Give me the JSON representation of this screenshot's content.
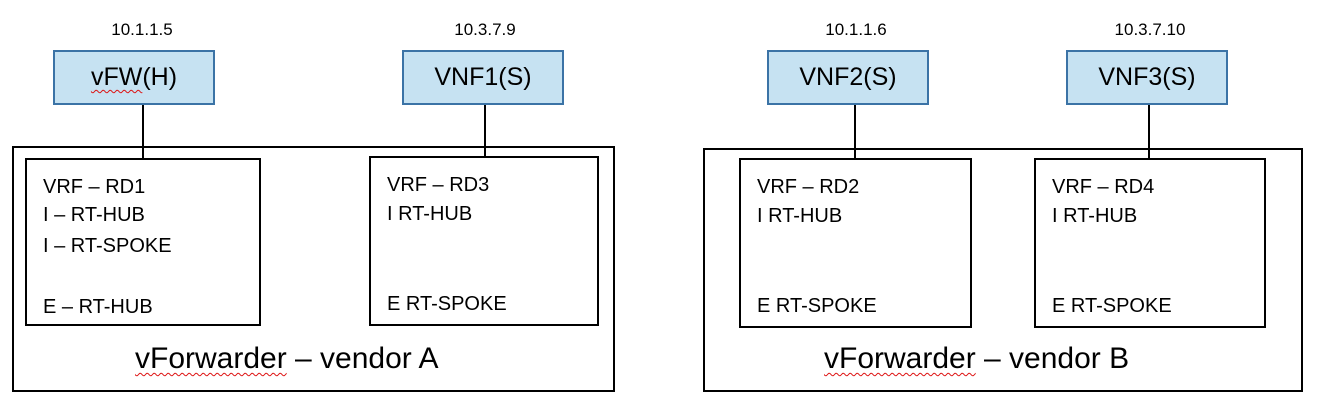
{
  "groups": [
    {
      "forwarder": {
        "prefix": "vForwarder",
        "suffix": " – vendor A"
      },
      "nodes": [
        {
          "ip": "10.1.1.5",
          "label_base": "vFW",
          "label_suffix": "(H)",
          "vrf": [
            "VRF – RD1",
            "I – RT-HUB",
            "I – RT-SPOKE",
            "E – RT-HUB"
          ]
        },
        {
          "ip": "10.3.7.9",
          "label": "VNF1(S)",
          "vrf": [
            "VRF – RD3",
            "I RT-HUB",
            "E RT-SPOKE"
          ]
        }
      ]
    },
    {
      "forwarder": {
        "prefix": "vForwarder",
        "suffix": " – vendor B"
      },
      "nodes": [
        {
          "ip": "10.1.1.6",
          "label": "VNF2(S)",
          "vrf": [
            "VRF – RD2",
            "I RT-HUB",
            "E RT-SPOKE"
          ]
        },
        {
          "ip": "10.3.7.10",
          "label": "VNF3(S)",
          "vrf": [
            "VRF – RD4",
            "I RT-HUB",
            "E RT-SPOKE"
          ]
        }
      ]
    }
  ],
  "colors": {
    "node_fill": "#c6e2f2",
    "node_border": "#3b73a6"
  }
}
